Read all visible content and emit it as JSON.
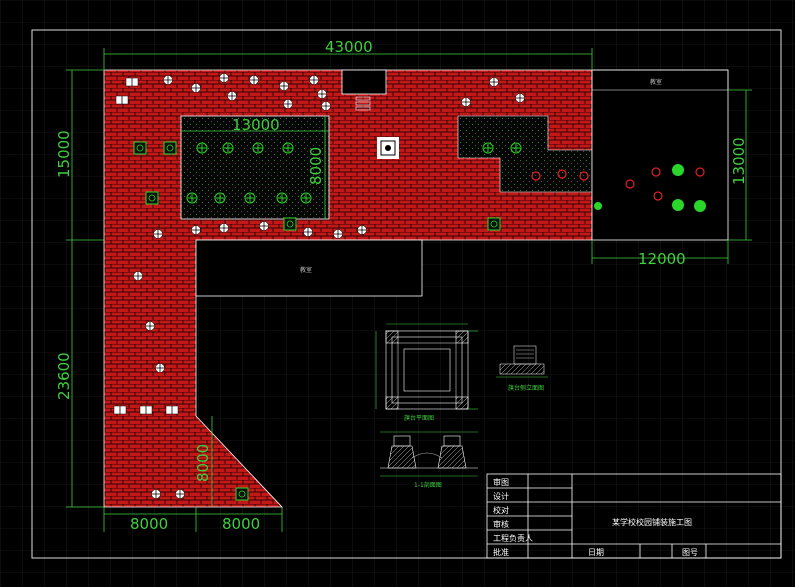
{
  "dimensions": {
    "top_width": "43000",
    "left_height_upper": "15000",
    "left_height_lower": "23600",
    "inner_plaza_width": "13000",
    "inner_plaza_height": "8000",
    "right_width": "12000",
    "right_height": "13000",
    "bottom_left_width": "8000",
    "bottom_right_width": "8000",
    "triangle_height": "8000"
  },
  "labels": {
    "right_building": "教室",
    "center_building": "教室",
    "detail_plan_caption": "旗台平面图",
    "detail_section_caption": "1-1剖面图",
    "detail_side_caption": "旗台侧立面图"
  },
  "title_block": {
    "rows": [
      "审图",
      "设计",
      "校对",
      "审核",
      "工程负责人",
      "批准"
    ],
    "project_title": "某学校校园铺装施工图",
    "date_label": "日期",
    "sheet_label": "图号"
  },
  "colors": {
    "paving": "#c41818",
    "brick_line": "#000000",
    "dimension": "#3fcf3f",
    "outline": "#ffffff",
    "tree_symbol": "#ffffff",
    "shrub_green": "#2ad62a",
    "flower_red": "#e02020"
  }
}
